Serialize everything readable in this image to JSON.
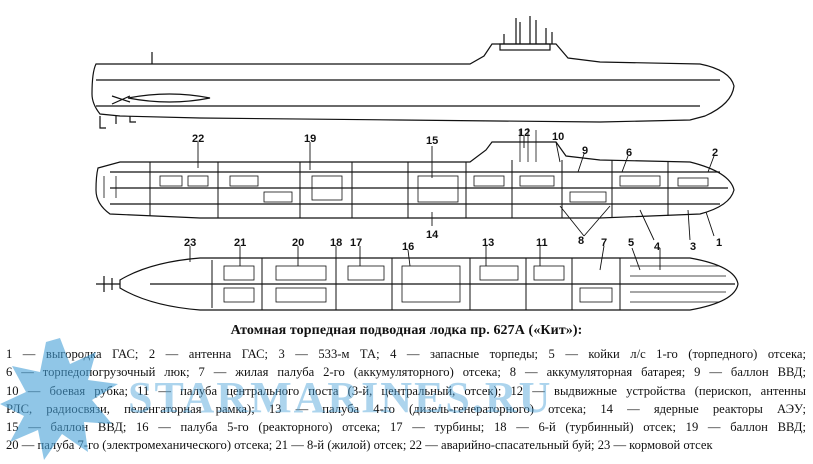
{
  "diagram": {
    "title": "Атомная торпедная подводная лодка пр. 627А («Кит»):",
    "callouts": [
      "1",
      "2",
      "3",
      "4",
      "5",
      "6",
      "7",
      "8",
      "9",
      "10",
      "11",
      "12",
      "13",
      "14",
      "15",
      "16",
      "17",
      "18",
      "19",
      "20",
      "21",
      "22",
      "23"
    ],
    "views": [
      "side-view",
      "longitudinal-section",
      "deck-plan"
    ]
  },
  "legend": {
    "lines": [
      "1 — выгородка ГАС; 2 — антенна ГАС; 3 — 533-м ТА; 4 — запасные торпеды; 5 — койки л/с 1-го (торпедного) отсека;",
      "6 — торпедопогрузочный люк; 7 — жилая палуба 2-го (аккумуляторного) отсека; 8 — аккумуляторная батарея; 9 — баллон ВВД;",
      "10 — боевая рубка; 11 — палуба центрального поста (3-й, центральный, отсек); 12 — выдвижные устройства (перископ, антенны",
      "РЛС, радиосвязи, пеленгаторная рамка); 13 — палуба 4-го (дизель-генераторного) отсека; 14 — ядерные реакторы АЭУ;",
      "15 — баллон ВВД; 16 — палуба 5-го (реакторного) отсека; 17 — турбины; 18 — 6-й (турбинный) отсек; 19 — баллон ВВД;",
      "20 — палуба 7-го (электромеханического) отсека; 21 — 8-й (жилой) отсек; 22 — аварийно-спасательный буй; 23 — кормовой отсек"
    ]
  },
  "watermark": {
    "text": "STARMARINES.RU"
  }
}
